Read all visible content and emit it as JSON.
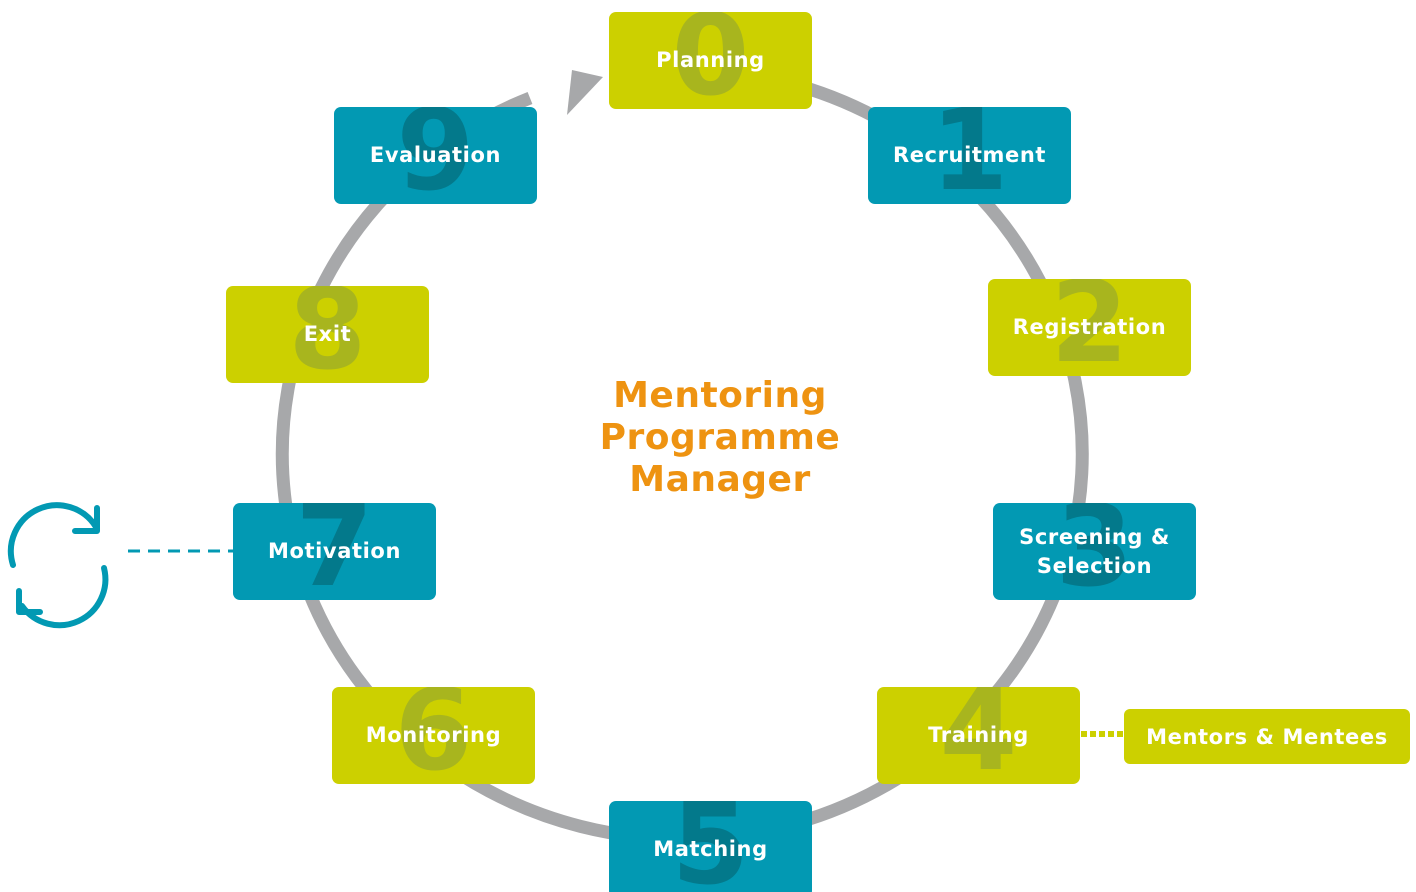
{
  "diagram": {
    "title_lines": [
      "Mentoring",
      "Programme",
      "Manager"
    ],
    "steps": [
      {
        "number": "0",
        "label": "Planning",
        "color": "lime"
      },
      {
        "number": "1",
        "label": "Recruitment",
        "color": "teal"
      },
      {
        "number": "2",
        "label": "Registration",
        "color": "lime"
      },
      {
        "number": "3",
        "label": "Screening & Selection",
        "color": "teal"
      },
      {
        "number": "4",
        "label": "Training",
        "color": "lime"
      },
      {
        "number": "5",
        "label": "Matching",
        "color": "teal"
      },
      {
        "number": "6",
        "label": "Monitoring",
        "color": "lime"
      },
      {
        "number": "7",
        "label": "Motivation",
        "color": "teal"
      },
      {
        "number": "8",
        "label": "Exit",
        "color": "lime"
      },
      {
        "number": "9",
        "label": "Evaluation",
        "color": "teal"
      }
    ],
    "training_note": "Mentors & Mentees",
    "motivation_icon": "refresh-cycle-icon"
  },
  "colors": {
    "teal": "#0299b3",
    "lime": "#ccd000",
    "ring": "#a7a8aa",
    "title": "#ee9311"
  }
}
